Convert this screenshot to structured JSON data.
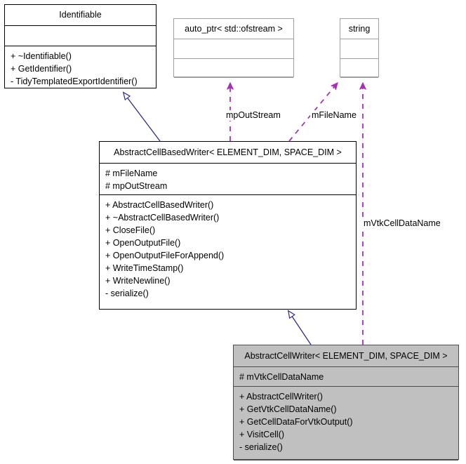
{
  "diagram": {
    "type": "uml-class-diagram",
    "title": "AbstractCellWriter inheritance and collaboration diagram",
    "colors": {
      "inheritance_edge": "#2a2a8c",
      "association_edge": "#a531b5",
      "highlight_fill": "#c0c0c0",
      "reference_border": "#a0a0a0",
      "box_border": "#000000",
      "background": "#ffffff"
    }
  },
  "classes": {
    "identifiable": {
      "name": "Identifiable",
      "attributes": [],
      "methods": [
        "+ ~Identifiable()",
        "+ GetIdentifier()",
        "- TidyTemplatedExportIdentifier()"
      ]
    },
    "auto_ptr": {
      "name": "auto_ptr< std::ofstream >",
      "attributes": [],
      "methods": []
    },
    "string": {
      "name": "string",
      "attributes": [],
      "methods": []
    },
    "abstract_cell_based_writer": {
      "name": "AbstractCellBasedWriter< ELEMENT_DIM, SPACE_DIM >",
      "attributes": [
        "# mFileName",
        "# mpOutStream"
      ],
      "methods": [
        "+ AbstractCellBasedWriter()",
        "+ ~AbstractCellBasedWriter()",
        "+ CloseFile()",
        "+ OpenOutputFile()",
        "+ OpenOutputFileForAppend()",
        "+ WriteTimeStamp()",
        "+ WriteNewline()",
        "- serialize()"
      ]
    },
    "abstract_cell_writer": {
      "name": "AbstractCellWriter< ELEMENT_DIM, SPACE_DIM >",
      "attributes": [
        "# mVtkCellDataName"
      ],
      "methods": [
        "+ AbstractCellWriter()",
        "+ GetVtkCellDataName()",
        "+ GetCellDataForVtkOutput()",
        "+ VisitCell()",
        "- serialize()"
      ]
    }
  },
  "edges": {
    "inheritance": [
      {
        "from": "abstract_cell_based_writer",
        "to": "identifiable",
        "kind": "generalization"
      },
      {
        "from": "abstract_cell_writer",
        "to": "abstract_cell_based_writer",
        "kind": "generalization"
      }
    ],
    "associations": [
      {
        "label": "mpOutStream",
        "from": "abstract_cell_based_writer",
        "to": "auto_ptr",
        "kind": "usage"
      },
      {
        "label": "mFileName",
        "from": "abstract_cell_based_writer",
        "to": "string",
        "kind": "usage"
      },
      {
        "label": "mVtkCellDataName",
        "from": "abstract_cell_writer",
        "to": "string",
        "kind": "usage"
      }
    ]
  }
}
